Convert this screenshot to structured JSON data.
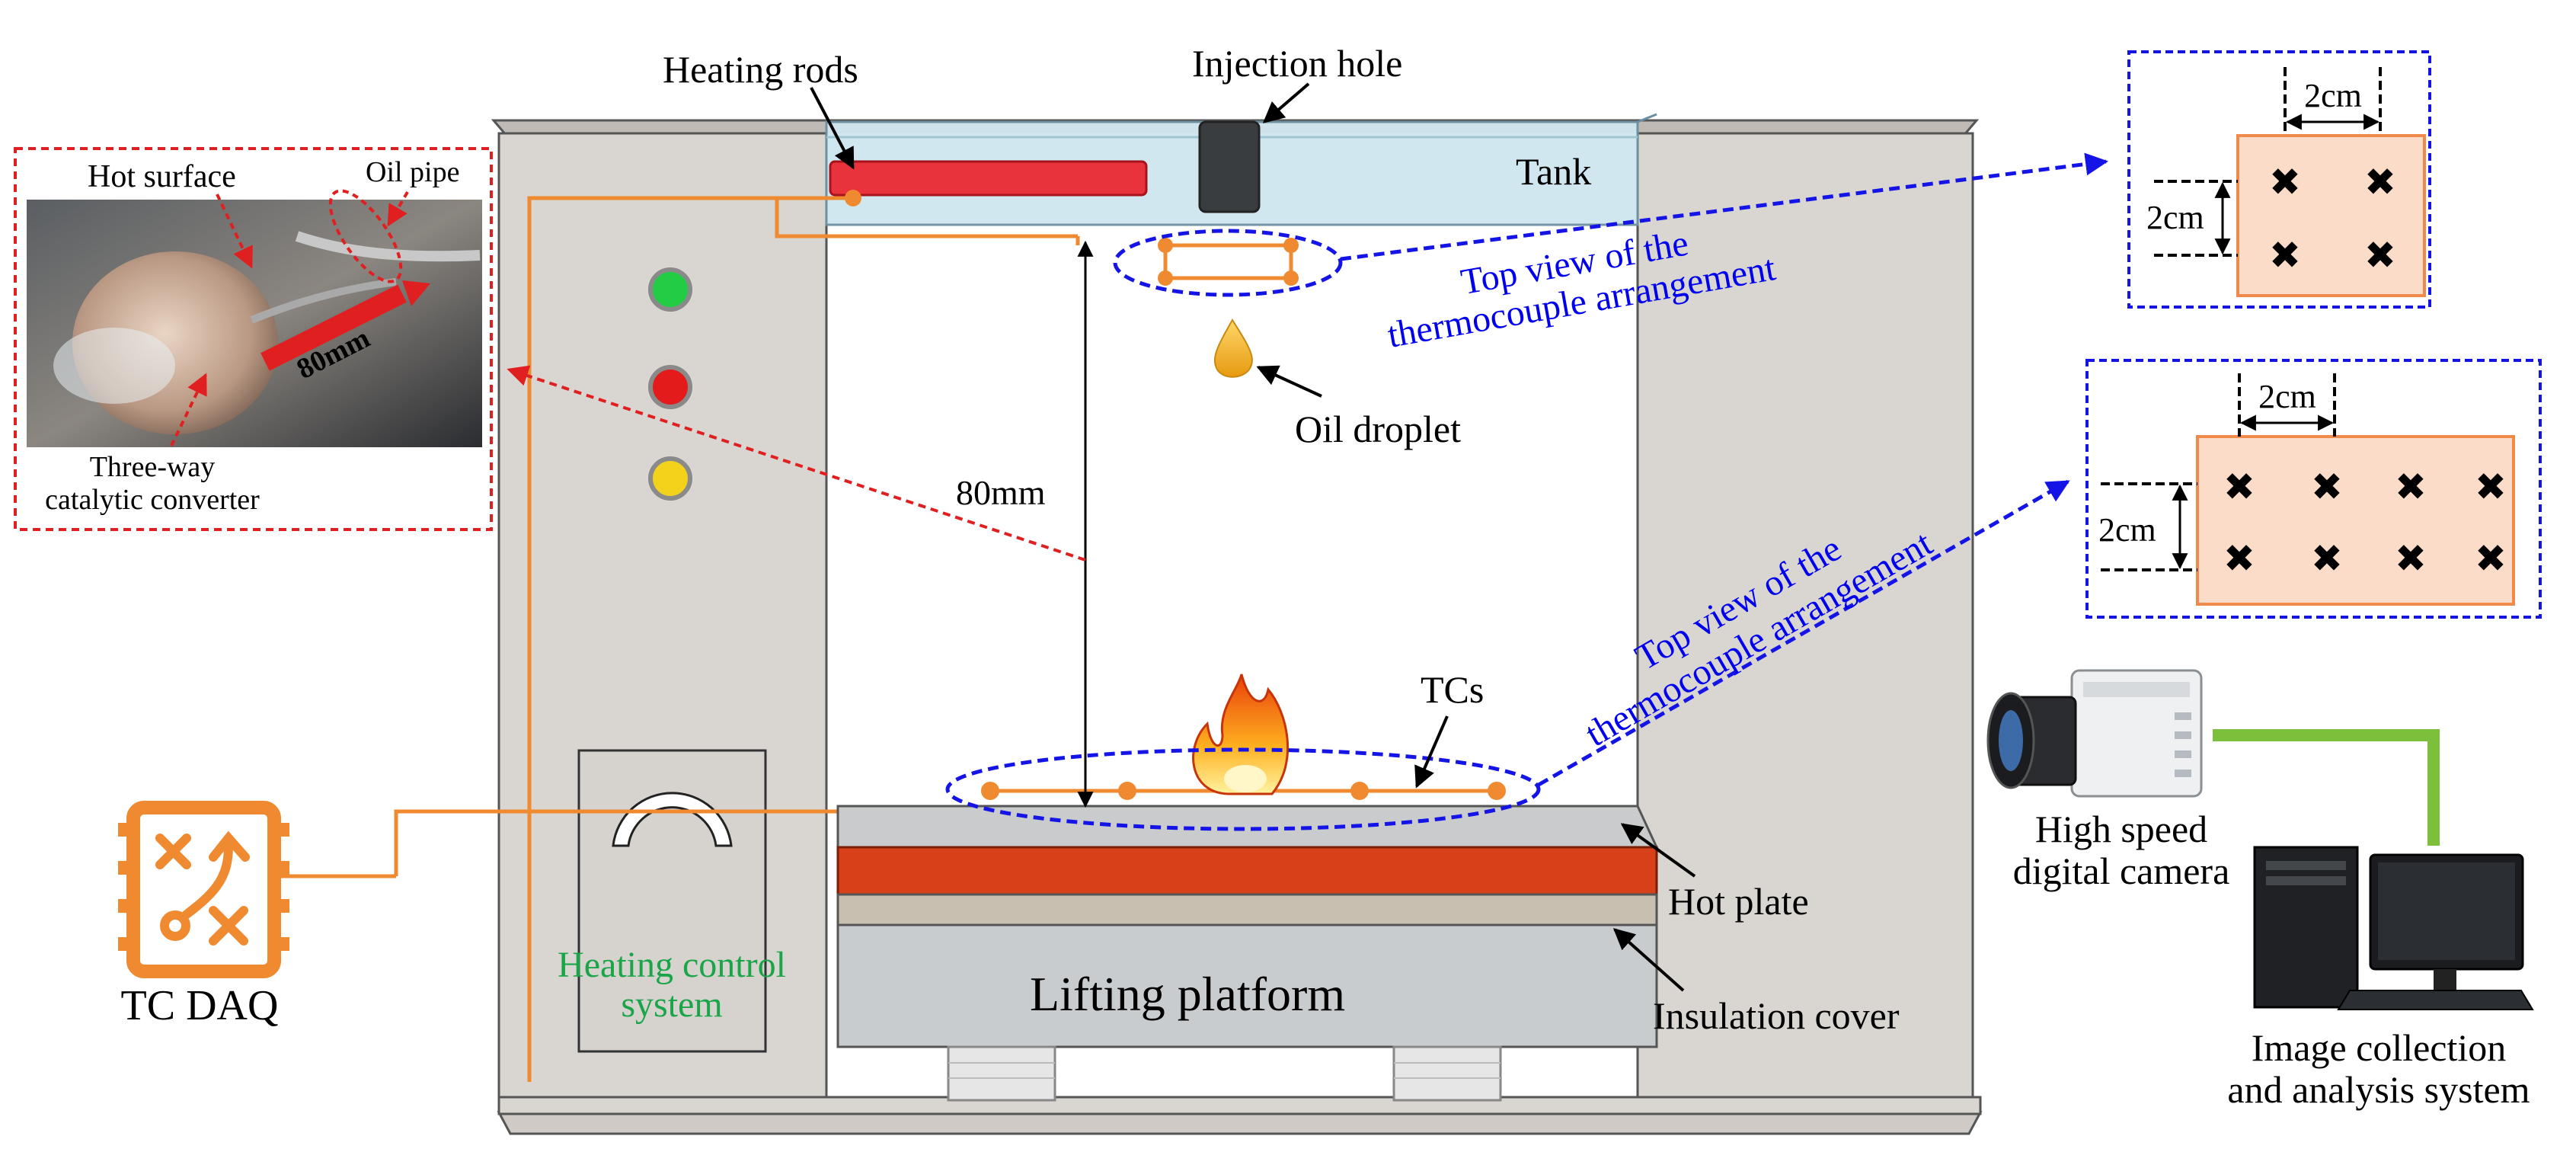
{
  "labels": {
    "heating_rods": "Heating rods",
    "injection_hole": "Injection hole",
    "tank": "Tank",
    "oil_droplet": "Oil droplet",
    "distance": "80mm",
    "tcs": "TCs",
    "hot_plate": "Hot plate",
    "insulation_cover": "Insulation cover",
    "lifting_platform": "Lifting platform",
    "heating_control_line1": "Heating control",
    "heating_control_line2": "system",
    "tc_daq": "TC DAQ",
    "camera_line1": "High speed",
    "camera_line2": "digital camera",
    "image_system_line1": "Image collection",
    "image_system_line2": "and analysis system"
  },
  "photo": {
    "hot_surface": "Hot surface",
    "oil_pipe": "Oil pipe",
    "distance": "80mm",
    "converter_line1": "Three-way",
    "converter_line2": "catalytic converter"
  },
  "top_view_upper": {
    "line1": "Top view of the",
    "line2": "thermocouple arrangement",
    "spacing_x": "2cm",
    "spacing_y": "2cm",
    "marker": "✖"
  },
  "top_view_lower": {
    "line1": "Top view of the",
    "line2": "thermocouple arrangement",
    "spacing_x": "2cm",
    "spacing_y": "2cm",
    "marker": "✖"
  },
  "colors": {
    "frame": "#d9d5d1",
    "frame_edge": "#555555",
    "tank_glass": "#cfe6ef",
    "heating_rod": "#e8323c",
    "wire": "#f08a30",
    "dashed_blue": "#1414e6",
    "dashed_red": "#e02020",
    "hot_plate": "#d8401a",
    "insulation": "#c9bfb1",
    "platform": "#c9cccf",
    "daq": "#f08a30",
    "grid_fill": "#fbdcc8",
    "grid_edge": "#ef8a4a",
    "green_cable": "#7bbf3a",
    "green_text": "#1aa548",
    "led_green": "#22cc44",
    "led_red": "#e41b1b",
    "led_yellow": "#f2d21b"
  }
}
